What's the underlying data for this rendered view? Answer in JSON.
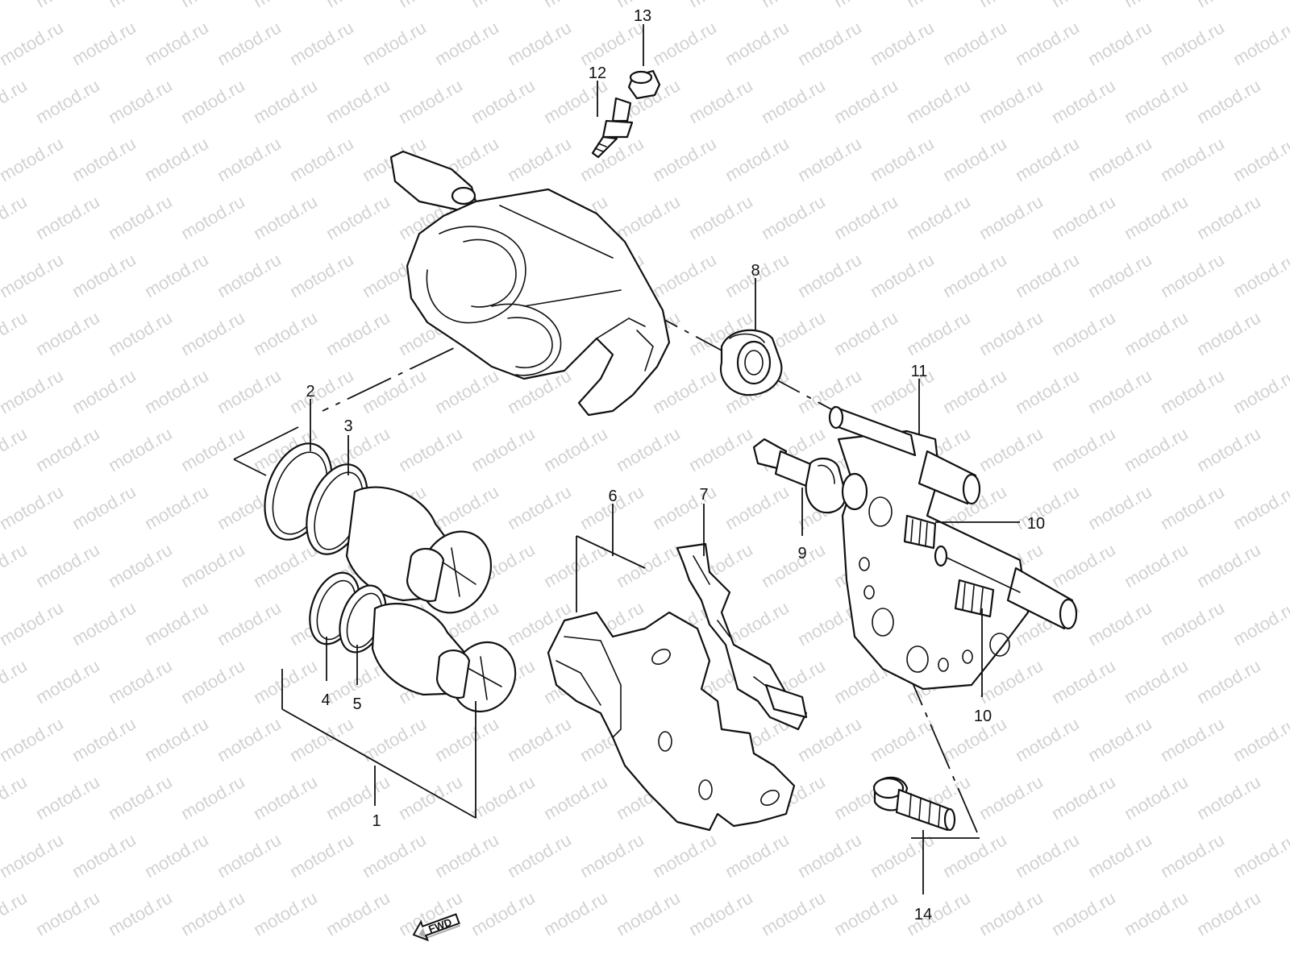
{
  "watermark": "motod.ru",
  "callouts": [
    {
      "id": "1",
      "label": "1"
    },
    {
      "id": "2",
      "label": "2"
    },
    {
      "id": "3",
      "label": "3"
    },
    {
      "id": "4",
      "label": "4"
    },
    {
      "id": "5",
      "label": "5"
    },
    {
      "id": "6",
      "label": "6"
    },
    {
      "id": "7",
      "label": "7"
    },
    {
      "id": "8",
      "label": "8"
    },
    {
      "id": "9",
      "label": "9"
    },
    {
      "id": "10a",
      "label": "10"
    },
    {
      "id": "10b",
      "label": "10"
    },
    {
      "id": "11",
      "label": "11"
    },
    {
      "id": "12",
      "label": "12"
    },
    {
      "id": "13",
      "label": "13"
    },
    {
      "id": "14",
      "label": "14"
    }
  ],
  "fwd_label": "FWD"
}
